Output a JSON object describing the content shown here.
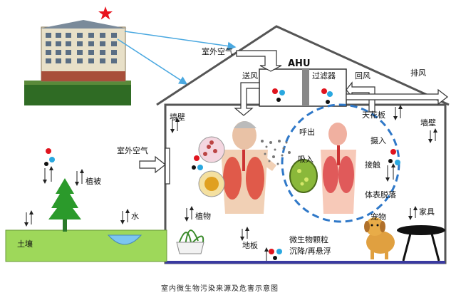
{
  "labels": {
    "outdoor_air_top": "室外空气",
    "ahu": "AHU",
    "supply_air": "送风",
    "filter": "过滤器",
    "return_air": "回风",
    "exhaust": "排风",
    "wall_left": "墙壁",
    "ceiling": "天花板",
    "wall_right": "墙壁",
    "outdoor_air_side": "室外空气",
    "exhale": "呼出",
    "inhale": "吸入",
    "intake": "摄入",
    "contact": "接触",
    "skin_shedding": "体表脱落",
    "vegetation": "植被",
    "water": "水",
    "soil": "土壤",
    "plants": "植物",
    "floor": "地板",
    "particle_line1": "微生物颗粒",
    "particle_line2": "沉降/再悬浮",
    "pets": "宠物",
    "furniture": "家具"
  },
  "caption": "室内微生物污染来源及危害示意图",
  "colors": {
    "house_line": "#555555",
    "grass": "#9ed85a",
    "water": "#7cc6f0",
    "dashed_circle": "#2f78c8",
    "floor_line": "#3a3aa0",
    "duct": "#ffffff",
    "particle_red": "#e0141e",
    "particle_blue": "#29a8e0",
    "particle_black": "#111111",
    "star": "#e8141e"
  },
  "icons": [
    "building-image",
    "star-icon",
    "tree-icon",
    "plant-icon",
    "dog-icon",
    "table-icon",
    "human-figure",
    "lung-figure",
    "microbe-icon"
  ]
}
